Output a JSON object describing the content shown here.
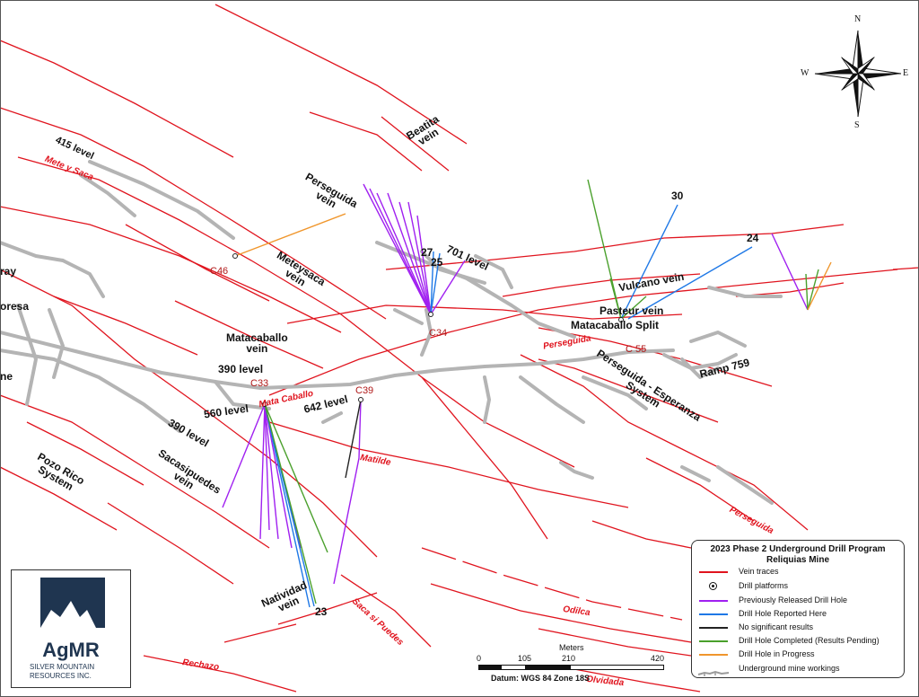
{
  "map": {
    "vein_labels": [
      {
        "key": "beatita",
        "text": "Beatita\nvein"
      },
      {
        "key": "perseguida_vein",
        "text": "Perseguida\nvein"
      },
      {
        "key": "meteysaca_vein",
        "text": "Meteysaca\nvein"
      },
      {
        "key": "matacaballo_vein",
        "text": "Matacaballo\nvein"
      },
      {
        "key": "vulcano_vein",
        "text": "Vulcano vein"
      },
      {
        "key": "pasteur_vein",
        "text": "Pasteur vein"
      },
      {
        "key": "matacaballo_split",
        "text": "Matacaballo Split"
      },
      {
        "key": "ramp_759",
        "text": "Ramp 759"
      },
      {
        "key": "perseguida_esperanza",
        "text": "Perseguida - Esperanza\nSystem"
      },
      {
        "key": "sacasipuedes_vein",
        "text": "Sacasipuedes\nvein"
      },
      {
        "key": "pozo_rico",
        "text": "Pozo Rico\nSystem"
      },
      {
        "key": "natividad_vein",
        "text": "Natividad\nvein"
      },
      {
        "key": "level_415",
        "text": "415 level"
      },
      {
        "key": "level_701",
        "text": "701 level"
      },
      {
        "key": "level_390_upper",
        "text": "390 level"
      },
      {
        "key": "level_560",
        "text": "560 level"
      },
      {
        "key": "level_642",
        "text": "642 level"
      },
      {
        "key": "level_390_lower",
        "text": "390 level"
      },
      {
        "key": "edge_ray",
        "text": "ray"
      },
      {
        "key": "edge_oresa",
        "text": "oresa"
      },
      {
        "key": "edge_ne",
        "text": "ne"
      }
    ],
    "red_labels": [
      {
        "key": "mete_y_saca",
        "text": "Mete y Saca"
      },
      {
        "key": "mata_caballo",
        "text": "Mata Caballo"
      },
      {
        "key": "perseguida_1",
        "text": "Perseguida"
      },
      {
        "key": "matilde",
        "text": "Matilde"
      },
      {
        "key": "perseguida_2",
        "text": "Perseguida"
      },
      {
        "key": "saca_si_puedes",
        "text": "Saca si Puedes"
      },
      {
        "key": "odilca",
        "text": "Odilca"
      },
      {
        "key": "rechazo",
        "text": "Rechazo"
      },
      {
        "key": "olvidada",
        "text": "Olvidada"
      }
    ],
    "platforms": [
      {
        "key": "c46",
        "text": "C46"
      },
      {
        "key": "c34",
        "text": "C34"
      },
      {
        "key": "c33",
        "text": "C33"
      },
      {
        "key": "c39",
        "text": "C39"
      },
      {
        "key": "c55",
        "text": "C 55"
      }
    ],
    "hole_numbers": [
      {
        "key": "h27",
        "text": "27"
      },
      {
        "key": "h25",
        "text": "25"
      },
      {
        "key": "h30",
        "text": "30"
      },
      {
        "key": "h24",
        "text": "24"
      },
      {
        "key": "h23",
        "text": "23"
      }
    ],
    "colors": {
      "vein": "#e0141e",
      "workings": "#b4b4b4",
      "released": "#a020f0",
      "reported": "#1e78e6",
      "no_result": "#222222",
      "completed": "#4aa02c",
      "in_progress": "#f0962c"
    }
  },
  "compass": {
    "n": "N",
    "s": "S",
    "e": "E",
    "w": "W"
  },
  "legend": {
    "title": "2023 Phase 2 Underground Drill Program",
    "subtitle": "Reliquias Mine",
    "items": [
      {
        "label": "Vein traces",
        "color": "#e0141e",
        "kind": "line"
      },
      {
        "label": "Drill platforms",
        "color": "#111111",
        "kind": "ring"
      },
      {
        "label": "Previously Released Drill Hole",
        "color": "#a020f0",
        "kind": "line"
      },
      {
        "label": "Drill Hole Reported Here",
        "color": "#1e78e6",
        "kind": "line"
      },
      {
        "label": "No significant results",
        "color": "#222222",
        "kind": "line"
      },
      {
        "label": "Drill Hole Completed (Results Pending)",
        "color": "#4aa02c",
        "kind": "line"
      },
      {
        "label": "Drill Hole in Progress",
        "color": "#f0962c",
        "kind": "line"
      },
      {
        "label": "Underground mine workings",
        "color": "#9a9a9a",
        "kind": "workings"
      }
    ]
  },
  "scale": {
    "unit": "Meters",
    "ticks": [
      "0",
      "105",
      "210",
      "420"
    ],
    "datum": "Datum: WGS 84 Zone 18S"
  },
  "logo": {
    "wordmark": "AgMR",
    "line1": "SILVER MOUNTAIN",
    "line2": "RESOURCES INC."
  }
}
